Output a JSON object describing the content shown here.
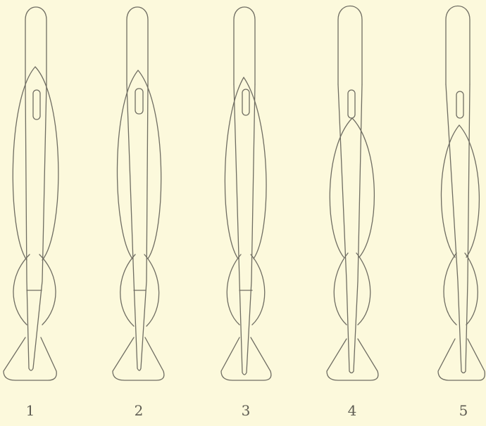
{
  "figures": [
    {
      "label": "1"
    },
    {
      "label": "2"
    },
    {
      "label": "3"
    },
    {
      "label": "4"
    },
    {
      "label": "5"
    }
  ]
}
